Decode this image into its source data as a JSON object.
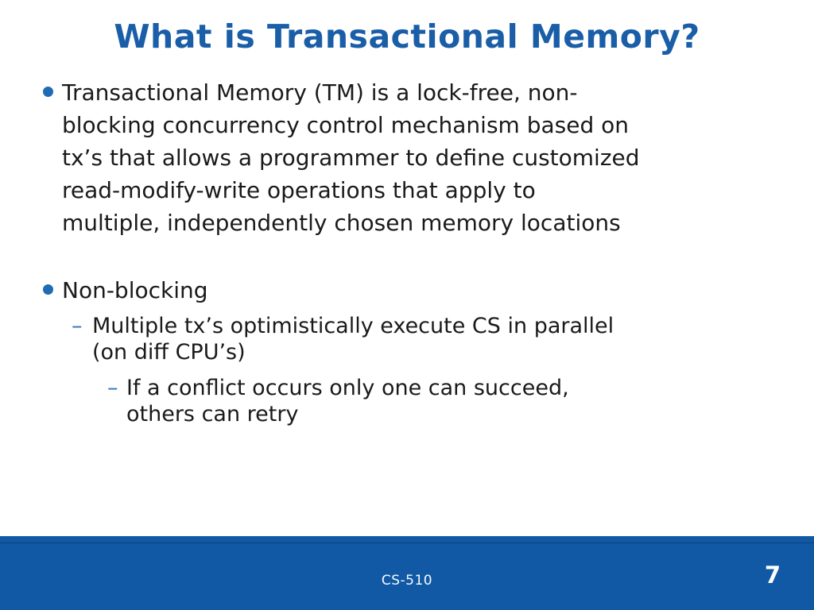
{
  "slide": {
    "title": "What is Transactional Memory?",
    "bullets": [
      {
        "level": 1,
        "marker": "dot",
        "text": "Transactional Memory (TM) is a lock-free, non-\nblocking concurrency control mechanism based on\ntx’s that allows a programmer to define customized\nread-modify-write operations that apply to\nmultiple, independently chosen memory locations"
      },
      {
        "level": 1,
        "marker": "dot",
        "text": "Non-blocking"
      },
      {
        "level": 2,
        "marker": "dash",
        "dash_glyph": "–",
        "text": "Multiple tx’s optimistically execute CS in parallel\n(on diff CPU’s)"
      },
      {
        "level": 3,
        "marker": "dash",
        "dash_glyph": "–",
        "text": "If a conflict occurs only one can succeed,\nothers can retry"
      }
    ],
    "footer": {
      "course_label": "CS-510",
      "page_number": "7"
    },
    "colors": {
      "title_blue": "#1a5ea8",
      "bullet_blue": "#1f6cb5",
      "dash_blue": "#2e74b5",
      "footer_bar_blue": "#1159a4",
      "body_text": "#1a1a1a",
      "footer_text": "#ffffff"
    }
  }
}
